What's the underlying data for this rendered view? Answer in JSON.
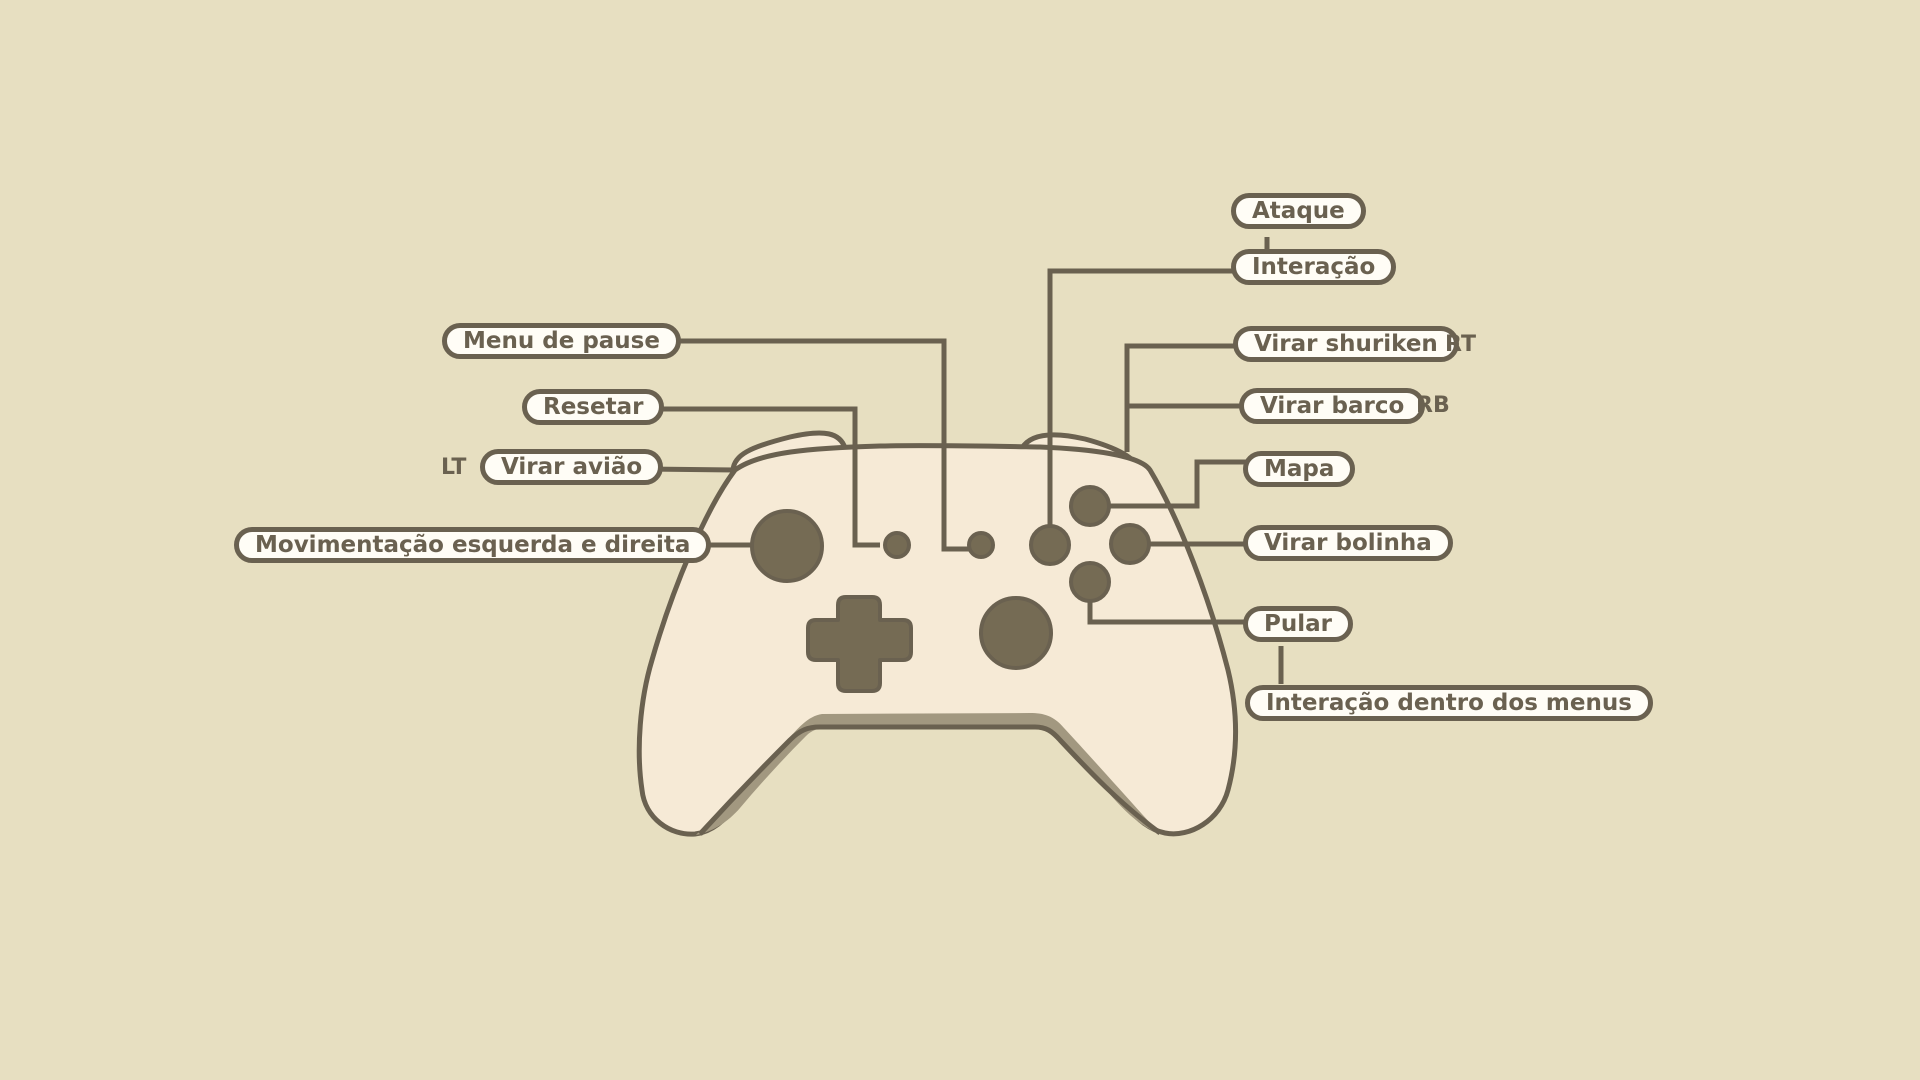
{
  "labels": {
    "ataque": "Ataque",
    "interacao": "Interação",
    "menu_pause": "Menu de pause",
    "resetar": "Resetar",
    "virar_aviao": "Virar avião",
    "movimentacao": "Movimentação esquerda e direita",
    "virar_shuriken": "Virar shuriken",
    "virar_barco": "Virar barco",
    "mapa": "Mapa",
    "virar_bolinha": "Virar bolinha",
    "pular": "Pular",
    "interacao_menus": "Interação dentro dos menus"
  },
  "tags": {
    "lt": "LT",
    "rt": "RT",
    "rb": "RB"
  },
  "colors": {
    "background": "#e7dfc1",
    "ink": "#6a6150",
    "controller_body": "#f6ead6",
    "controller_shadow": "#a29880",
    "pill_fill": "#fffdf6"
  },
  "icons": {
    "controller": "gamepad-icon",
    "dpad": "dpad-icon"
  }
}
